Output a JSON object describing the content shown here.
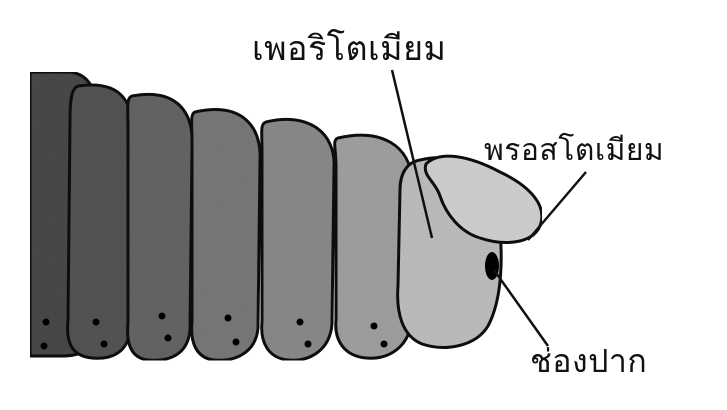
{
  "diagram": {
    "labels": {
      "peristomium": "เพอริโตเมียม",
      "prostomium": "พรอสโตเมียม",
      "mouth": "ช่องปาก"
    },
    "colors": {
      "background": "#ffffff",
      "outline": "#111111",
      "body_dark": "#4a4a4a",
      "body_mid": "#8a8a8a",
      "body_light": "#c9c9c9",
      "mouth": "#000000"
    }
  }
}
